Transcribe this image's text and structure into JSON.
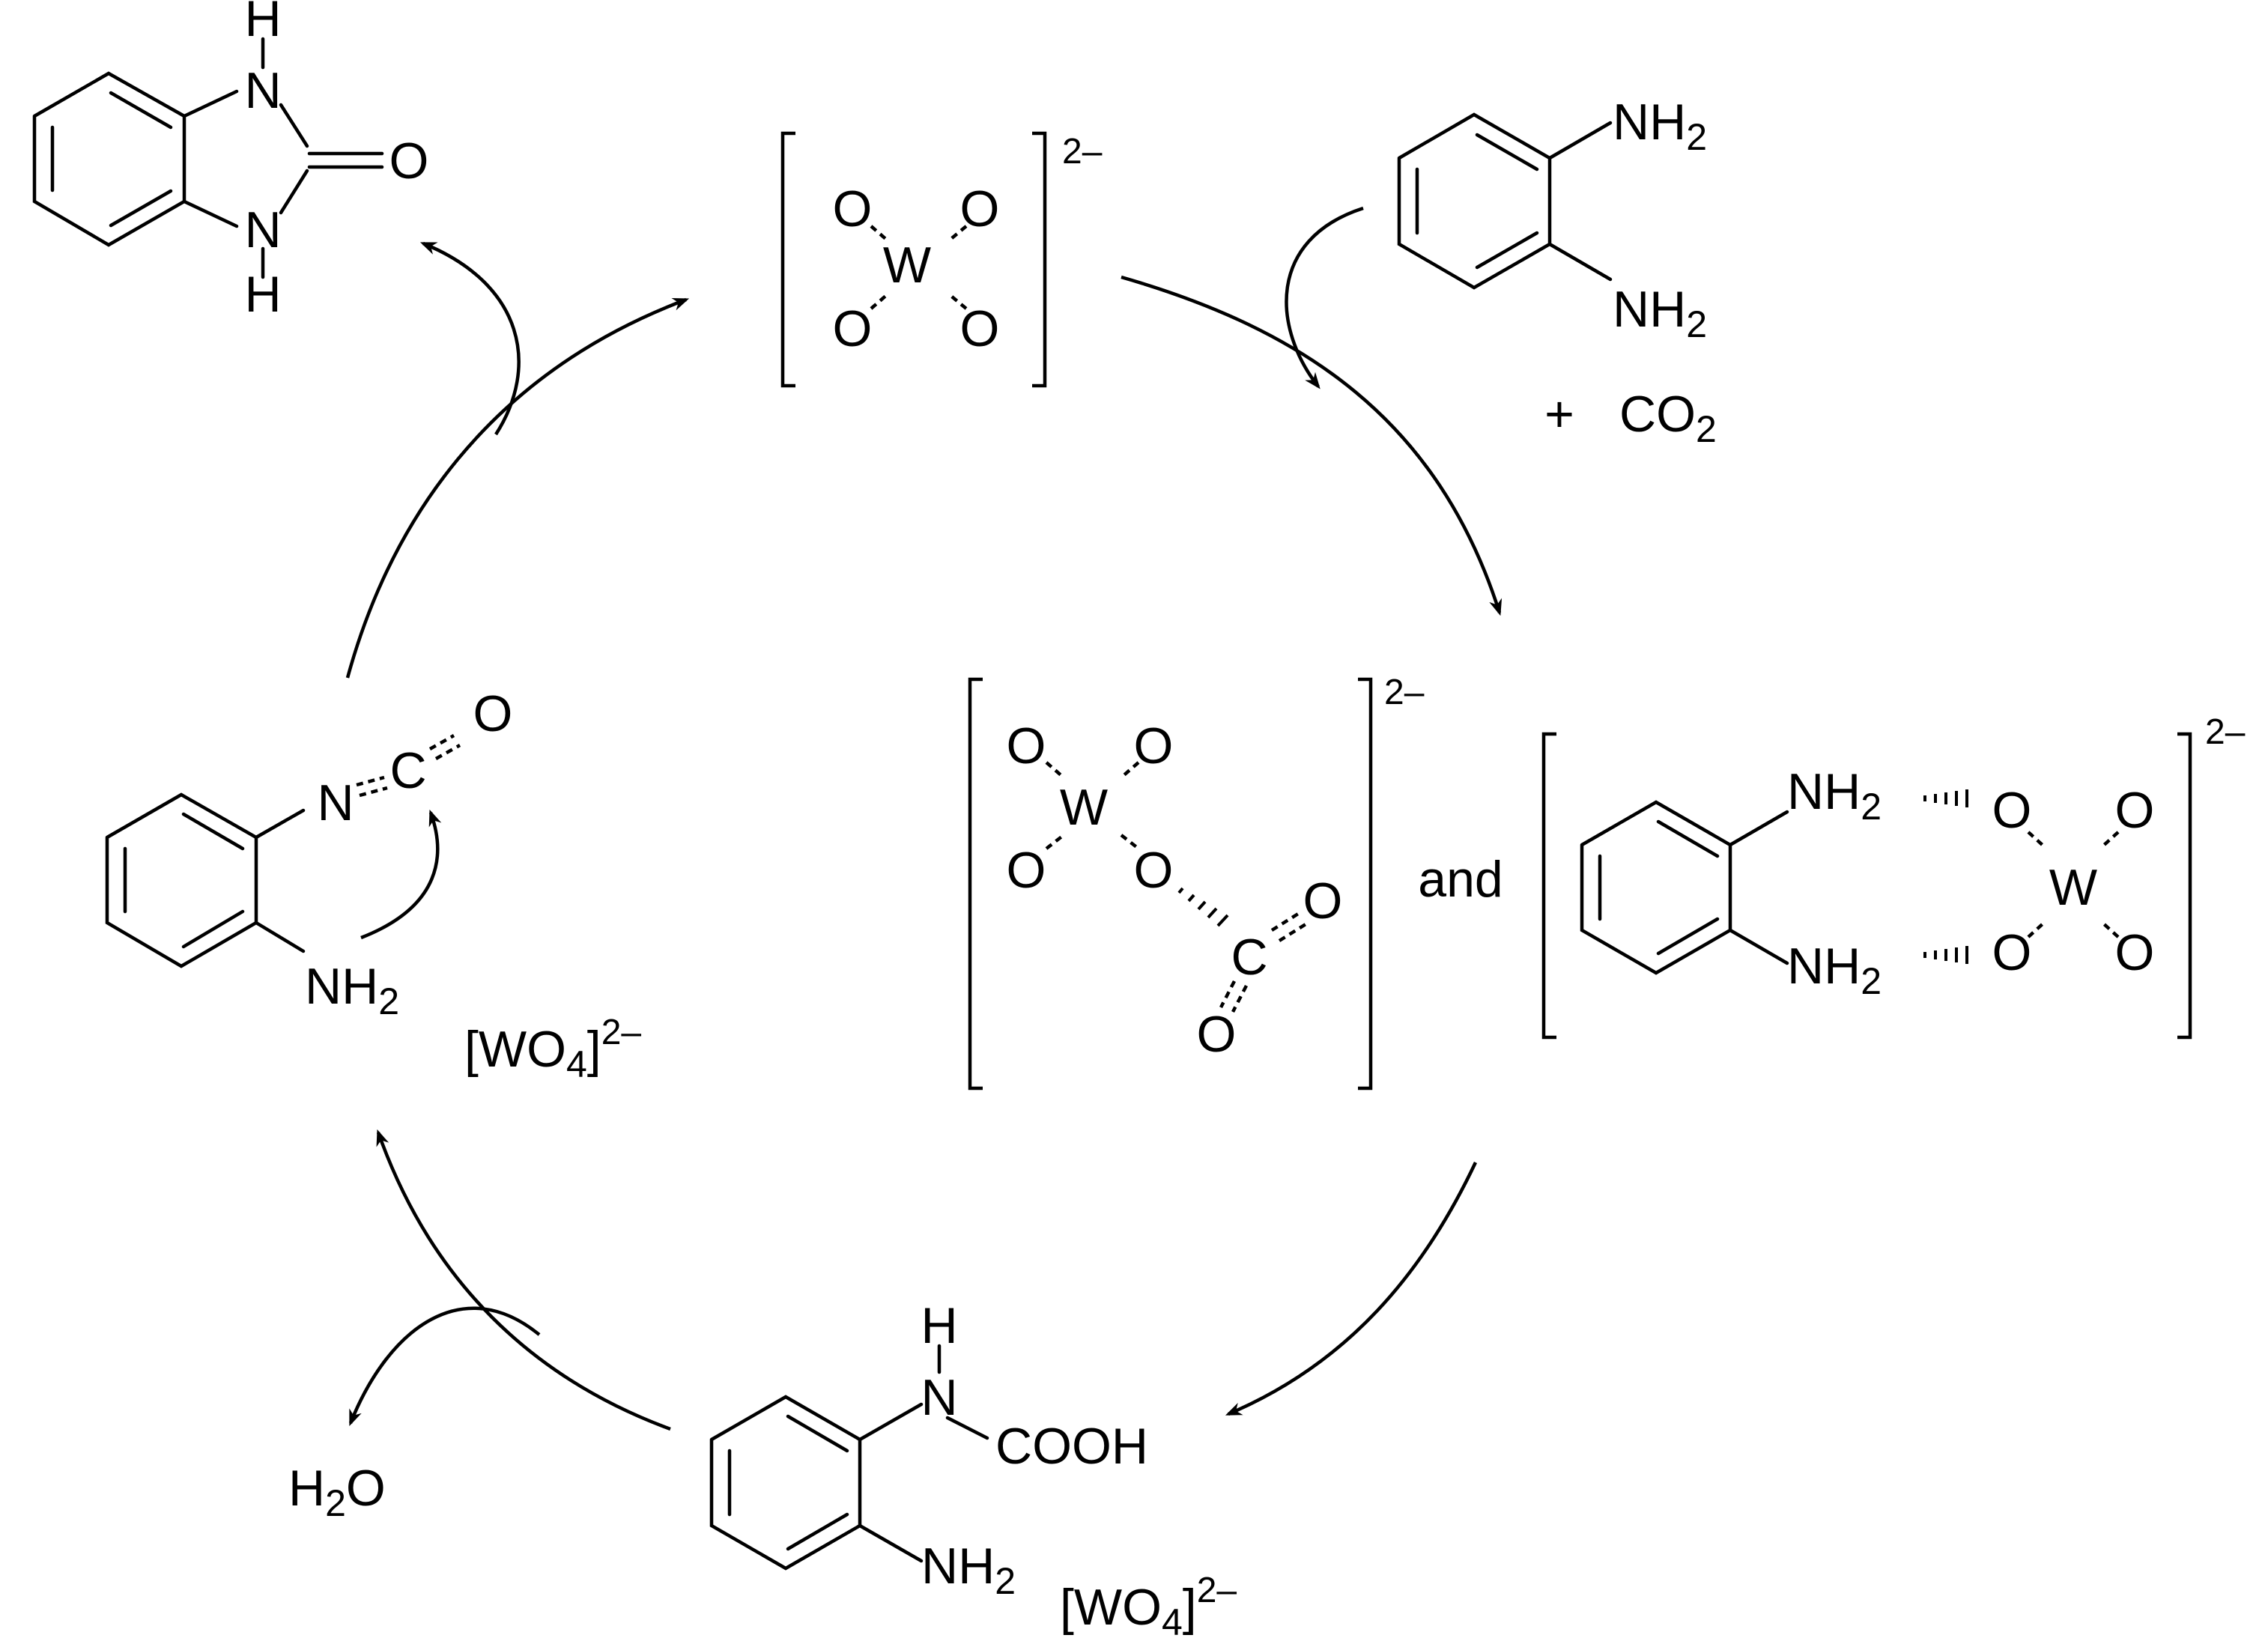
{
  "labels": {
    "nh": "N",
    "h": "H",
    "o": "O",
    "w": "W",
    "c": "C",
    "n": "N",
    "nh2": "NH",
    "two": "2",
    "cooh": "COOH",
    "co2_plus": "+",
    "co": "CO",
    "charge": "2–",
    "and": "and",
    "wo4_open": "[WO",
    "wo4_four": "4",
    "wo4_close": "]",
    "h2o_h": "H",
    "h2o_o": "O"
  },
  "colors": {
    "ink": "#000000",
    "background": "#ffffff"
  },
  "icons": [
    "curved-arrow",
    "hydrogen-bond-hash"
  ]
}
